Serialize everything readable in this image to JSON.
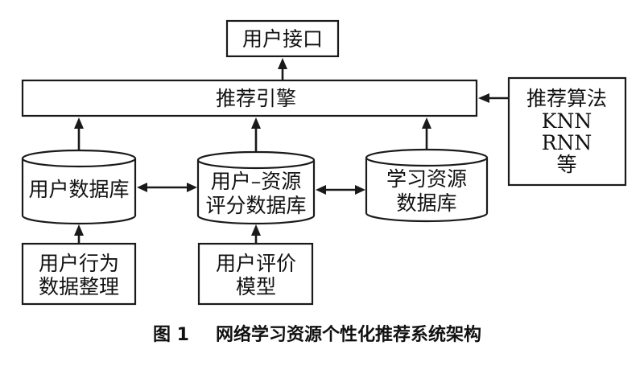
{
  "nodes": {
    "user_interface": "用户接口",
    "engine": "推荐引擎",
    "algorithms": [
      "推荐算法",
      "KNN",
      "RNN",
      "等"
    ],
    "user_db": "用户数据库",
    "rating_db": [
      "用户–资源",
      "评分数据库"
    ],
    "resource_db": [
      "学习资源",
      "数据库"
    ],
    "behavior": [
      "用户行为",
      "数据整理"
    ],
    "rating_model": [
      "用户评价",
      "模型"
    ]
  },
  "caption": {
    "number": "图 1",
    "title": "网络学习资源个性化推荐系统架构"
  }
}
